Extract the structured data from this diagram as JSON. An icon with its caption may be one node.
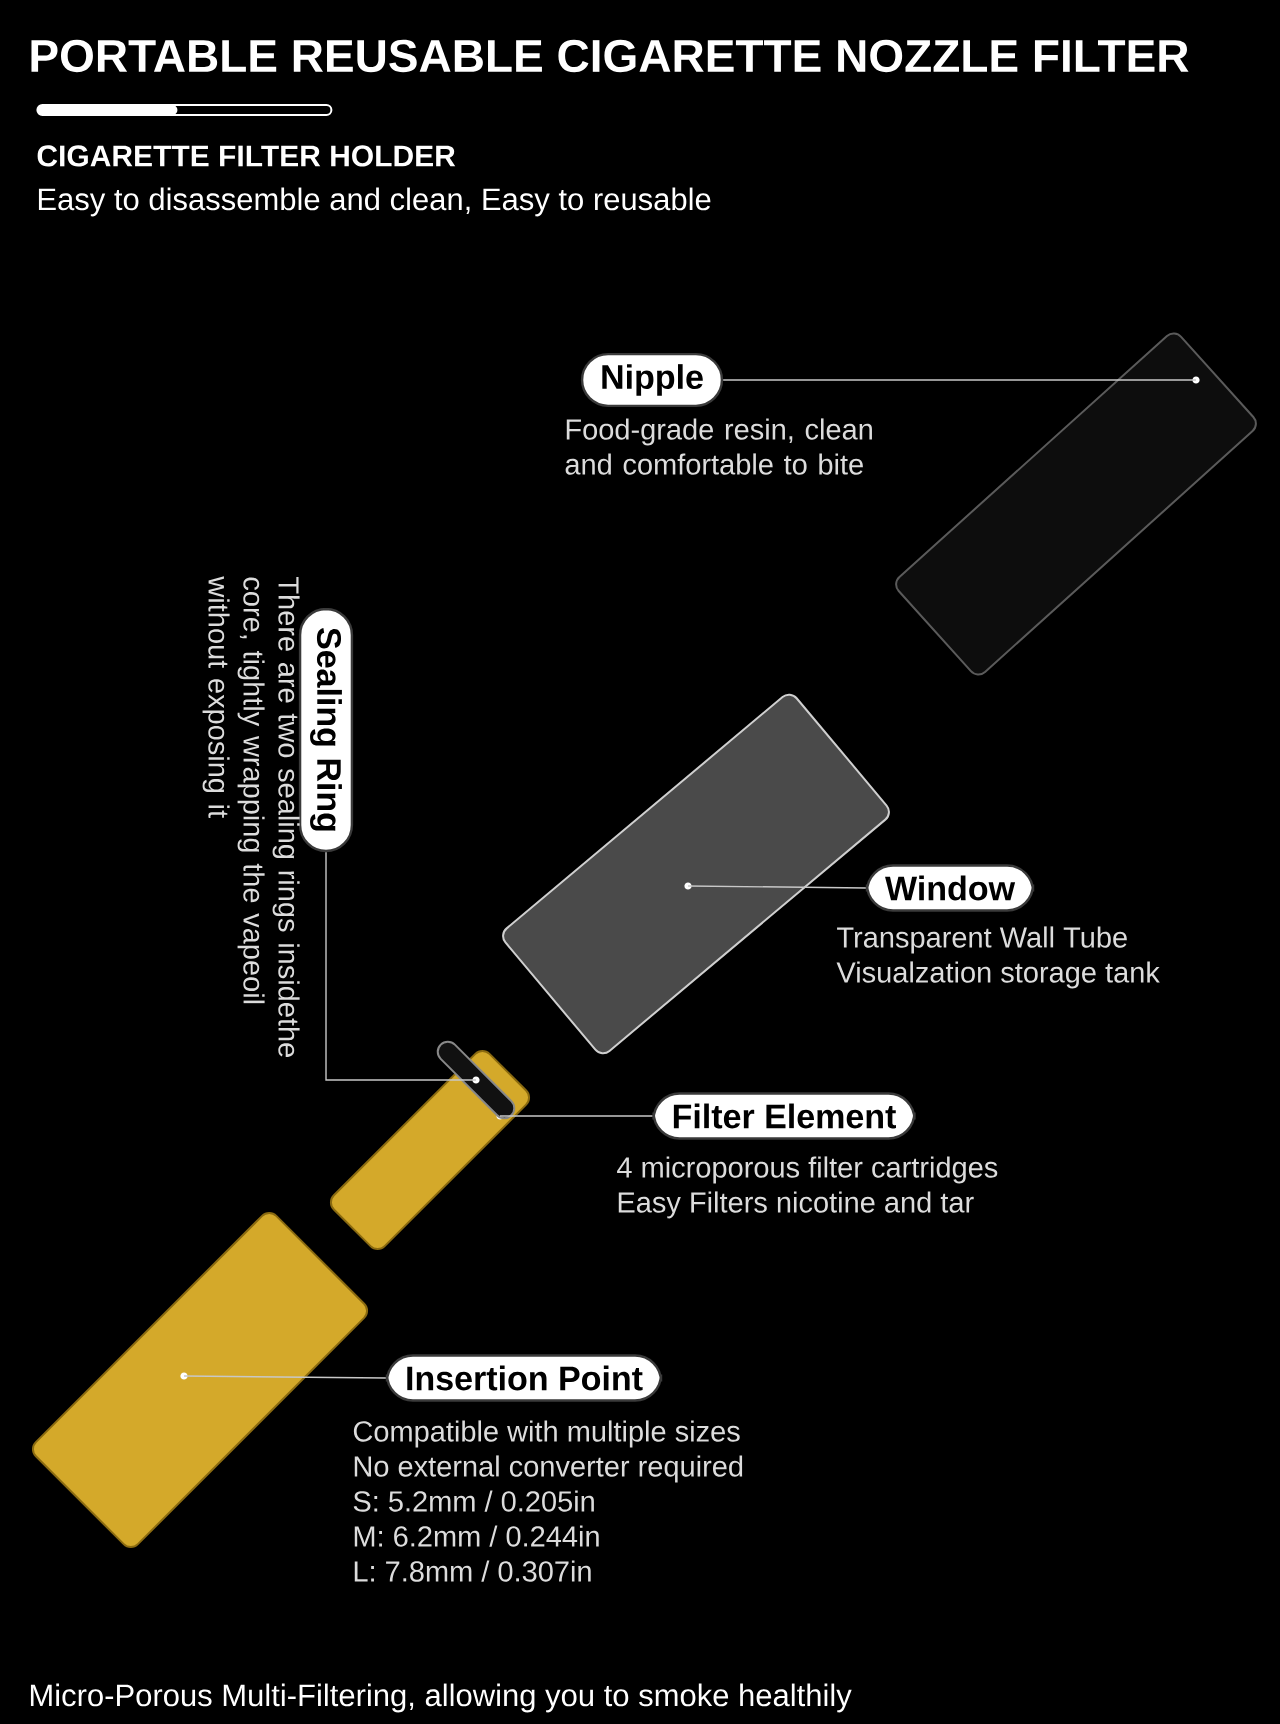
{
  "diagram": {
    "title": "PORTABLE REUSABLE CIGARETTE NOZZLE FILTER",
    "nodes": [
      {
        "text": [
          "Nipple"
        ],
        "beside": [
          "Food-grade resin, clean and comfortable to bite"
        ]
      },
      {
        "text": [],
        "shape": "picture"
      },
      {
        "text": [
          "Sealing Ring"
        ],
        "beside": [
          "There are two sealing rings insidethe core, tightly wrapping the vapeoil without exposing it"
        ]
      },
      {
        "text": [
          "Window"
        ],
        "beside": [
          "Transparent Wall Tube",
          "Visualzation storage tank"
        ]
      },
      {
        "text": [],
        "shape": "picture"
      },
      {
        "text": [],
        "shape": "picture"
      },
      {
        "text": [
          "Filter Element"
        ],
        "beside": [
          "4 microporous filter cartridges",
          "Easy Filters nicotine and tar"
        ]
      },
      {
        "text": [],
        "shape": "picture"
      },
      {
        "text": [
          "Insertion Point"
        ],
        "beside": [
          "Compatible with multiple sizes",
          "No external converter required",
          "S: 5.2mm / 0.205in",
          "M: 6.2mm / 0.244in",
          "L: 7.8mm / 0.307in"
        ]
      },
      {
        "text": [],
        "shape": "picture"
      }
    ],
    "edges": [
      {
        "from": 0,
        "to": 1,
        "arrow": "none"
      },
      {
        "from": 2,
        "to": 5,
        "arrow": "none"
      },
      {
        "from": 3,
        "to": 4,
        "arrow": "none"
      },
      {
        "from": 6,
        "to": 7,
        "arrow": "none"
      },
      {
        "from": 8,
        "to": 9,
        "arrow": "none"
      }
    ],
    "labels": [
      "CIGARETTE FILTER HOLDER",
      "Easy to disassemble and clean, Easy to reusable"
    ],
    "caption": "Micro-Porous Multi-Filtering, allowing you to smoke healthily"
  }
}
